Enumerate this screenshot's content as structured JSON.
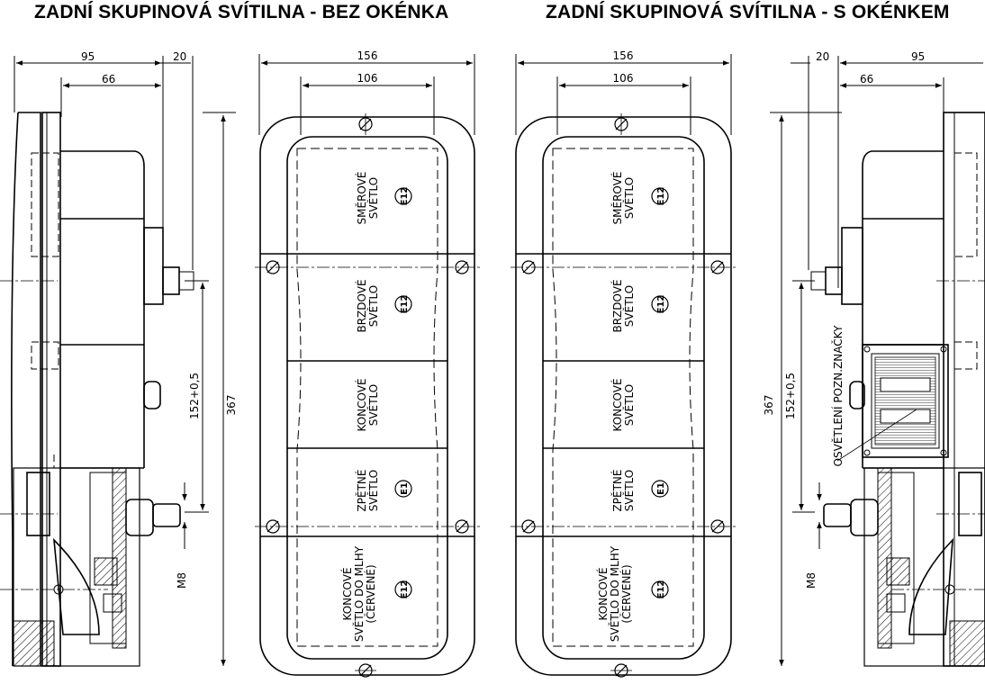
{
  "titles": {
    "left": "ZADNÍ SKUPINOVÁ SVÍTILNA - BEZ OKÉNKA",
    "right": "ZADNÍ SKUPINOVÁ SVÍTILNA - S OKÉNKEM"
  },
  "dimensions": {
    "width_95": "95",
    "width_66": "66",
    "offset_20": "20",
    "width_156": "156",
    "width_106": "106",
    "height_367": "367",
    "mount_152": "152+0,5",
    "thread_m8": "M8"
  },
  "sections": [
    {
      "line1": "SMĚROVÉ",
      "line2": "SVĚTLO",
      "line3": "",
      "mark": "E12"
    },
    {
      "line1": "BRZDOVÉ",
      "line2": "SVĚTLO",
      "line3": "",
      "mark": "E12"
    },
    {
      "line1": "KONCOVÉ",
      "line2": "SVĚTLO",
      "line3": "",
      "mark": ""
    },
    {
      "line1": "ZPĚTNÉ",
      "line2": "SVĚTLO",
      "line3": "",
      "mark": "E1"
    },
    {
      "line1": "KONCOVÉ",
      "line2": "SVĚTLO DO MLHY",
      "line3": "(ČERVENÉ)",
      "mark": "E12"
    }
  ],
  "plate_label": "OSVĚTLENÍ POZN.ZNAČKY"
}
